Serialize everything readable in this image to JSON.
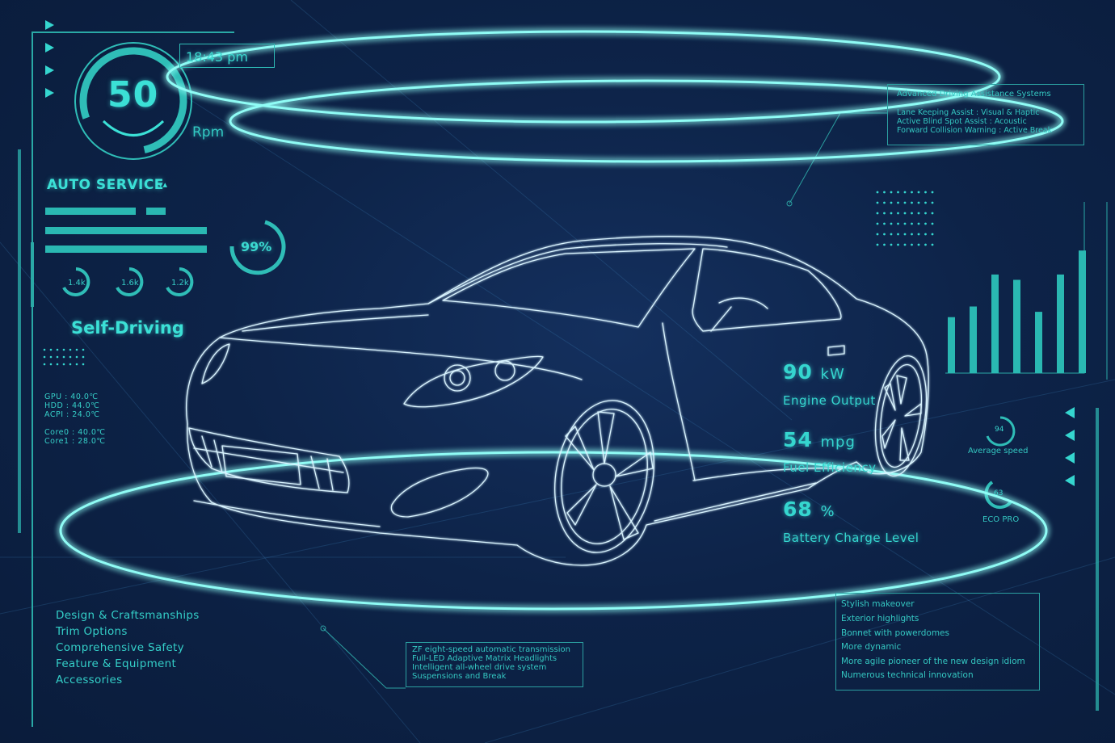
{
  "speedometer": {
    "value": "50",
    "unit": "Rpm",
    "time": "18:43 pm"
  },
  "auto_service": {
    "title": "AUTO SERVICE",
    "caret_icon": "caret-up-down-icon",
    "progress_percent": 99,
    "progress_label": "99%",
    "gauges": [
      {
        "label": "1.4k",
        "fraction": 0.55
      },
      {
        "label": "1.6k",
        "fraction": 0.6
      },
      {
        "label": "1.2k",
        "fraction": 0.5
      }
    ]
  },
  "self_driving": "Self-Driving",
  "temperatures": [
    "GPU : 40.0℃",
    "HDD : 44.0℃",
    "ACPI : 24.0℃",
    "Core0 : 40.0℃",
    "Core1 : 28.0℃"
  ],
  "stats": [
    {
      "value": "90",
      "unit": "kW",
      "label": "Engine Output"
    },
    {
      "value": "54",
      "unit": "mpg",
      "label": "Fuel Efficiency"
    },
    {
      "value": "68",
      "unit": "%",
      "label": "Battery Charge Level"
    }
  ],
  "adas": {
    "title": "Advanced Driving Assistance Systems",
    "items": [
      "Lane Keeping Assist : Visual & Haptic",
      "Active Blind Spot Assist : Acoustic",
      "Forward Collision Warning : Active Break"
    ]
  },
  "average_speed": {
    "value": "94",
    "label": "Average speed"
  },
  "eco": {
    "value": "63",
    "label": "ECO PRO"
  },
  "menu": [
    "Design & Craftsmanships",
    "Trim Options",
    "Comprehensive Safety",
    "Feature & Equipment",
    "Accessories"
  ],
  "specs": [
    "ZF eight-speed automatic transmission",
    "Full-LED Adaptive Matrix Headlights",
    "Intelligent all-wheel drive system",
    "Suspensions and Break"
  ],
  "features": [
    "Stylish makeover",
    "Exterior highlights",
    "Bonnet with powerdomes",
    "More dynamic",
    "More agile pioneer of the new design idiom",
    "Numerous technical innovation"
  ],
  "bar_chart": {
    "values": [
      0.42,
      0.5,
      0.74,
      0.7,
      0.46,
      0.74,
      0.92
    ]
  },
  "icons": {
    "left_arrows": "play-arrow-icon",
    "right_arrows": "left-arrow-icon",
    "car": "car-outline-icon"
  },
  "colors": {
    "accent": "#35d6cf",
    "glow": "#7ff8f0",
    "background": "#0d2348"
  }
}
